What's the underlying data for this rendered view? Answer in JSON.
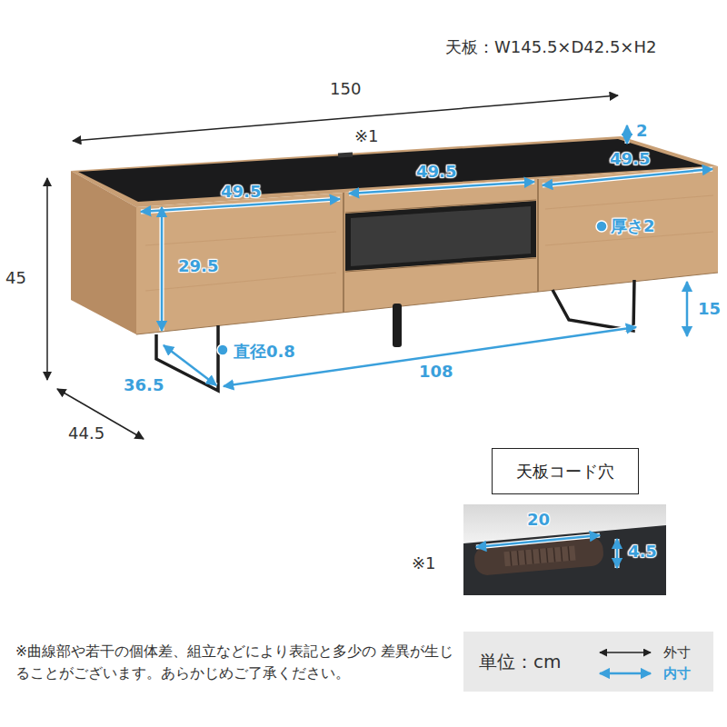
{
  "diagram": {
    "nodes": [
      {
        "text": [
          "天板コード穴"
        ]
      },
      {
        "text": [
          "単位：cm"
        ]
      }
    ],
    "labels": [
      "天板：W145.5×D42.5×H2",
      "150",
      "※1",
      "2",
      "49.5",
      "49.5",
      "49.5",
      "厚さ2",
      "29.5",
      "45",
      "15",
      "直径0.8",
      "36.5",
      "108",
      "44.5",
      "20",
      "4.5",
      "※1",
      "※曲線部や若干の個体差、組立などにより表記と多少の 差異が生じることがございます。あらかじめご了承ください。"
    ],
    "legend": [
      {
        "text": "外寸"
      },
      {
        "text": "内寸"
      }
    ]
  }
}
